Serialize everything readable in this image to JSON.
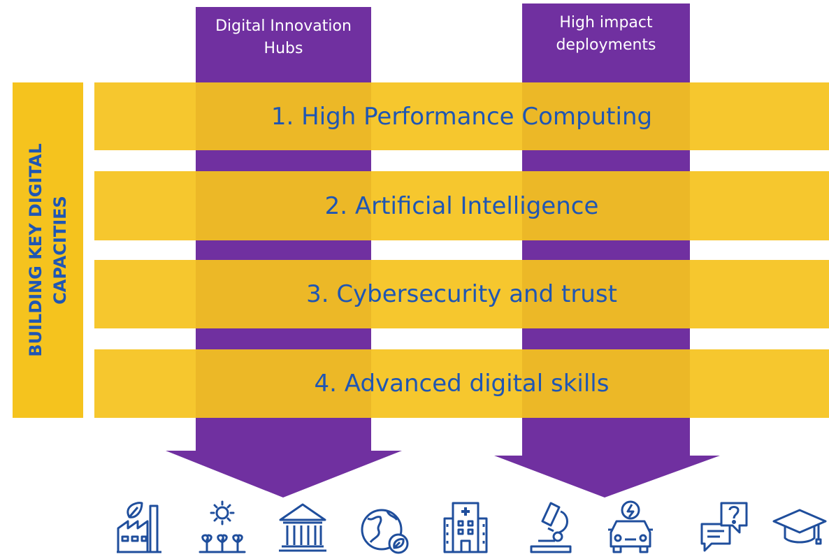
{
  "arrows": [
    {
      "title_line1": "Digital Innovation",
      "title_line2": "Hubs",
      "color": "#7030a0"
    },
    {
      "title_line1": "High impact",
      "title_line2": "deployments",
      "color": "#7030a0"
    }
  ],
  "side_label": {
    "line1": "BUILDING KEY DIGITAL",
    "line2": "CAPACITIES"
  },
  "bands": [
    {
      "label": "1. High Performance Computing"
    },
    {
      "label": "2. Artificial Intelligence"
    },
    {
      "label": "3. Cybersecurity and trust"
    },
    {
      "label": "4. Advanced digital skills"
    }
  ],
  "colors": {
    "band": "#f5c31e",
    "text": "#1f56b3",
    "arrow": "#7030a0",
    "icon": "#1f4e9c"
  },
  "icons": [
    "factory-leaf-icon",
    "sun-plants-icon",
    "government-building-icon",
    "globe-leaf-icon",
    "hospital-icon",
    "microscope-icon",
    "electric-car-icon",
    "chat-question-icon",
    "graduation-cap-icon"
  ]
}
